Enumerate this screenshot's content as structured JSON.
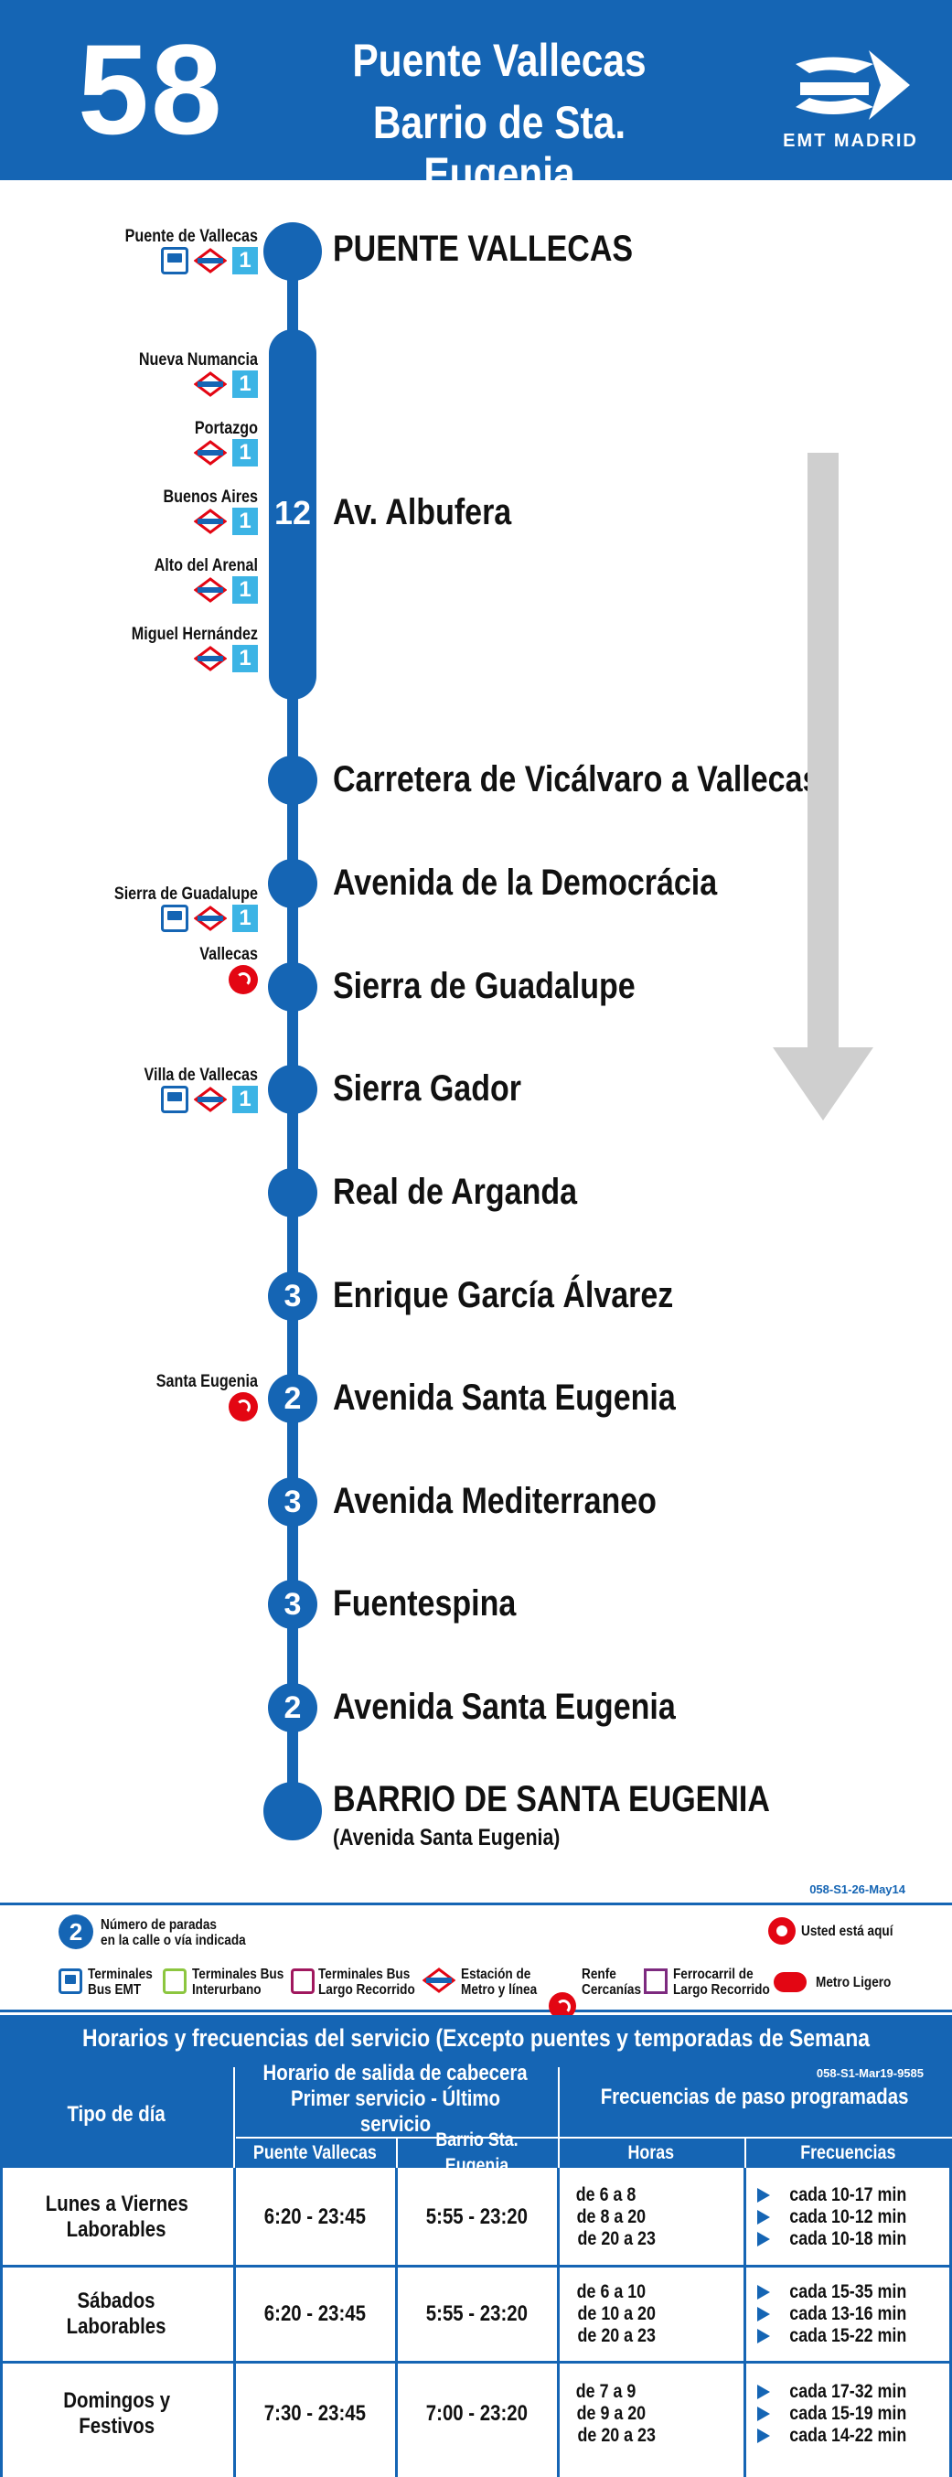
{
  "header": {
    "line_number": "58",
    "destination_1": "Puente Vallecas",
    "destination_2": "Barrio de Sta. Eugenia",
    "operator": "EMT MADRID"
  },
  "route": {
    "group_stop_count": "12",
    "stops": [
      {
        "name": "PUENTE VALLECAS",
        "count": ""
      },
      {
        "name": "Av. Albufera",
        "count": "12"
      },
      {
        "name": "Carretera de Vicálvaro a Vallecas",
        "count": ""
      },
      {
        "name": "Avenida de la Democrácia",
        "count": ""
      },
      {
        "name": "Sierra de Guadalupe",
        "count": ""
      },
      {
        "name": "Sierra Gador",
        "count": ""
      },
      {
        "name": "Real de Arganda",
        "count": ""
      },
      {
        "name": "Enrique García Álvarez",
        "count": "3"
      },
      {
        "name": "Avenida Santa Eugenia",
        "count": "2"
      },
      {
        "name": "Avenida Mediterraneo",
        "count": "3"
      },
      {
        "name": "Fuentespina",
        "count": "3"
      },
      {
        "name": "Avenida Santa Eugenia",
        "count": "2"
      },
      {
        "name": "BARRIO DE SANTA EUGENIA",
        "sub": "(Avenida Santa Eugenia)",
        "count": ""
      }
    ],
    "connections": [
      {
        "label": "Puente de Vallecas",
        "icons": [
          "bus-emt",
          "metro",
          "line-1"
        ],
        "line": "1"
      },
      {
        "label": "Nueva Numancia",
        "icons": [
          "metro",
          "line-1"
        ],
        "line": "1"
      },
      {
        "label": "Portazgo",
        "icons": [
          "metro",
          "line-1"
        ],
        "line": "1"
      },
      {
        "label": "Buenos Aires",
        "icons": [
          "metro",
          "line-1"
        ],
        "line": "1"
      },
      {
        "label": "Alto del Arenal",
        "icons": [
          "metro",
          "line-1"
        ],
        "line": "1"
      },
      {
        "label": "Miguel Hernández",
        "icons": [
          "metro",
          "line-1"
        ],
        "line": "1"
      },
      {
        "label": "Sierra de Guadalupe",
        "icons": [
          "bus-emt",
          "metro",
          "line-1"
        ],
        "line": "1"
      },
      {
        "label": "Vallecas",
        "icons": [
          "renfe"
        ],
        "line": ""
      },
      {
        "label": "Villa de Vallecas",
        "icons": [
          "bus-emt",
          "metro",
          "line-1"
        ],
        "line": "1"
      },
      {
        "label": "Santa Eugenia",
        "icons": [
          "renfe"
        ],
        "line": ""
      }
    ]
  },
  "legend": {
    "code": "058-S1-26-May14",
    "count_sample": "2",
    "count_text_1": "Número de paradas",
    "count_text_2": "en la calle o vía indicada",
    "here_text": "Usted está aquí",
    "items": [
      {
        "icon": "bus-emt-icon",
        "l1": "Terminales",
        "l2": "Bus EMT"
      },
      {
        "icon": "bus-interurbano-icon",
        "l1": "Terminales Bus",
        "l2": "Interurbano"
      },
      {
        "icon": "bus-largo-icon",
        "l1": "Terminales Bus",
        "l2": "Largo Recorrido"
      },
      {
        "icon": "metro-icon",
        "l1": "Estación de",
        "l2": "Metro y línea"
      },
      {
        "icon": "renfe-icon",
        "l1": "Renfe",
        "l2": "Cercanías"
      },
      {
        "icon": "train-icon",
        "l1": "Ferrocarril de",
        "l2": "Largo Recorrido"
      },
      {
        "icon": "metro-ligero-icon",
        "l1": "Metro Ligero",
        "l2": ""
      }
    ]
  },
  "timetable": {
    "title": "Horarios y frecuencias del servicio (Excepto puentes y temporadas de Semana Santa y Verano)",
    "code": "058-S1-Mar19-9585",
    "col_day": "Tipo de día",
    "col_departure_1": "Horario de salida de cabecera",
    "col_departure_2": "Primer servicio - Último servicio",
    "col_freq_title": "Frecuencias de paso programadas",
    "col_origin": "Puente Vallecas",
    "col_dest": "Barrio Sta. Eugenia",
    "col_hours": "Horas",
    "col_freqs": "Frecuencias",
    "rows": [
      {
        "day_1": "Lunes a Viernes",
        "day_2": "Laborables",
        "origin": "6:20 - 23:45",
        "dest": "5:55 - 23:20",
        "hours": [
          "de 6 a 8",
          "de 8 a 20",
          "de 20 a 23"
        ],
        "freqs": [
          "cada 10-17 min",
          "cada 10-12 min",
          "cada 10-18 min"
        ]
      },
      {
        "day_1": "Sábados",
        "day_2": "Laborables",
        "origin": "6:20 - 23:45",
        "dest": "5:55 - 23:20",
        "hours": [
          "de 6 a 10",
          "de 10 a 20",
          "de 20 a 23"
        ],
        "freqs": [
          "cada 15-35 min",
          "cada 13-16 min",
          "cada 15-22 min"
        ]
      },
      {
        "day_1": "Domingos y",
        "day_2": "Festivos",
        "origin": "7:30 - 23:45",
        "dest": "7:00 - 23:20",
        "hours": [
          "de 7 a 9",
          "de 9 a 20",
          "de 20 a 23"
        ],
        "freqs": [
          "cada 17-32 min",
          "cada 15-19 min",
          "cada 14-22 min"
        ]
      }
    ]
  }
}
